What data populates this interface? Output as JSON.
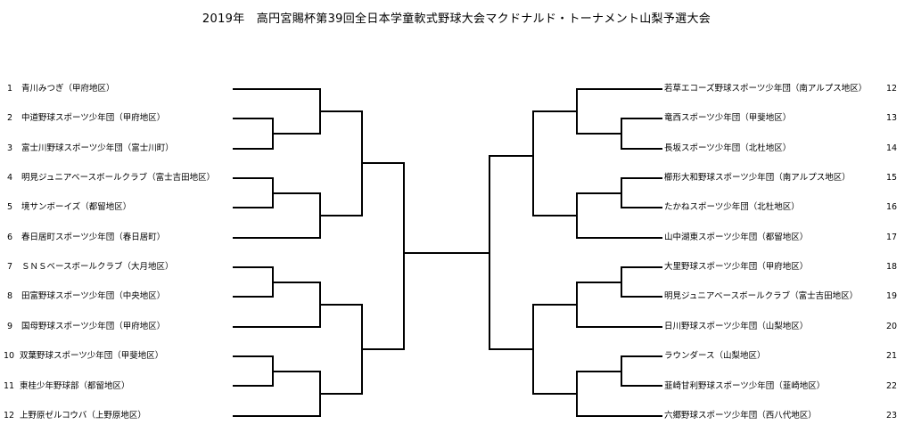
{
  "title": "2019年　高円宮賜杯第39回全日本学童軟式野球大会マクドナルド・トーナメント山梨予選大会",
  "left_teams": [
    {
      "num": "1",
      "name": "青川みつぎ（甲府地区）"
    },
    {
      "num": "2",
      "name": "中道野球スポーツ少年団（甲府地区）"
    },
    {
      "num": "3",
      "name": "富士川野球スポーツ少年団（富士川町）"
    },
    {
      "num": "4",
      "name": "明見ジュニアベースボールクラブ（富士吉田地区）"
    },
    {
      "num": "5",
      "name": "境サンボーイズ（都留地区）"
    },
    {
      "num": "6",
      "name": "春日居町スポーツ少年団（春日居町）"
    },
    {
      "num": "7",
      "name": "ＳＮＳベースボールクラブ（大月地区）"
    },
    {
      "num": "8",
      "name": "田富野球スポーツ少年団（中央地区）"
    },
    {
      "num": "9",
      "name": "国母野球スポーツ少年団（甲府地区）"
    },
    {
      "num": "10",
      "name": "双葉野球スポーツ少年団（甲斐地区）"
    },
    {
      "num": "11",
      "name": "東桂少年野球部（都留地区）"
    },
    {
      "num": "12",
      "name": "上野原ゼルコウバ（上野原地区）"
    }
  ],
  "right_teams": [
    {
      "num": "12",
      "name": "若草エコーズ野球スポーツ少年団（南アルプス地区）"
    },
    {
      "num": "13",
      "name": "竜西スポーツ少年団（甲斐地区）"
    },
    {
      "num": "14",
      "name": "長坂スポーツ少年団（北杜地区）"
    },
    {
      "num": "15",
      "name": "櫛形大和野球スポーツ少年団（南アルプス地区）"
    },
    {
      "num": "16",
      "name": "たかねスポーツ少年団（北杜地区）"
    },
    {
      "num": "17",
      "name": "山中湖東スポーツ少年団（都留地区）"
    },
    {
      "num": "18",
      "name": "大里野球スポーツ少年団（甲府地区）"
    },
    {
      "num": "19",
      "name": "明見ジュニアベースボールクラブ（富士吉田地区）"
    },
    {
      "num": "20",
      "name": "日川野球スポーツ少年団（山梨地区）"
    },
    {
      "num": "21",
      "name": "ラウンダース（山梨地区）"
    },
    {
      "num": "22",
      "name": "韮崎甘利野球スポーツ少年団（韮崎地区）"
    },
    {
      "num": "23",
      "name": "六郷野球スポーツ少年団（西八代地区）"
    }
  ]
}
